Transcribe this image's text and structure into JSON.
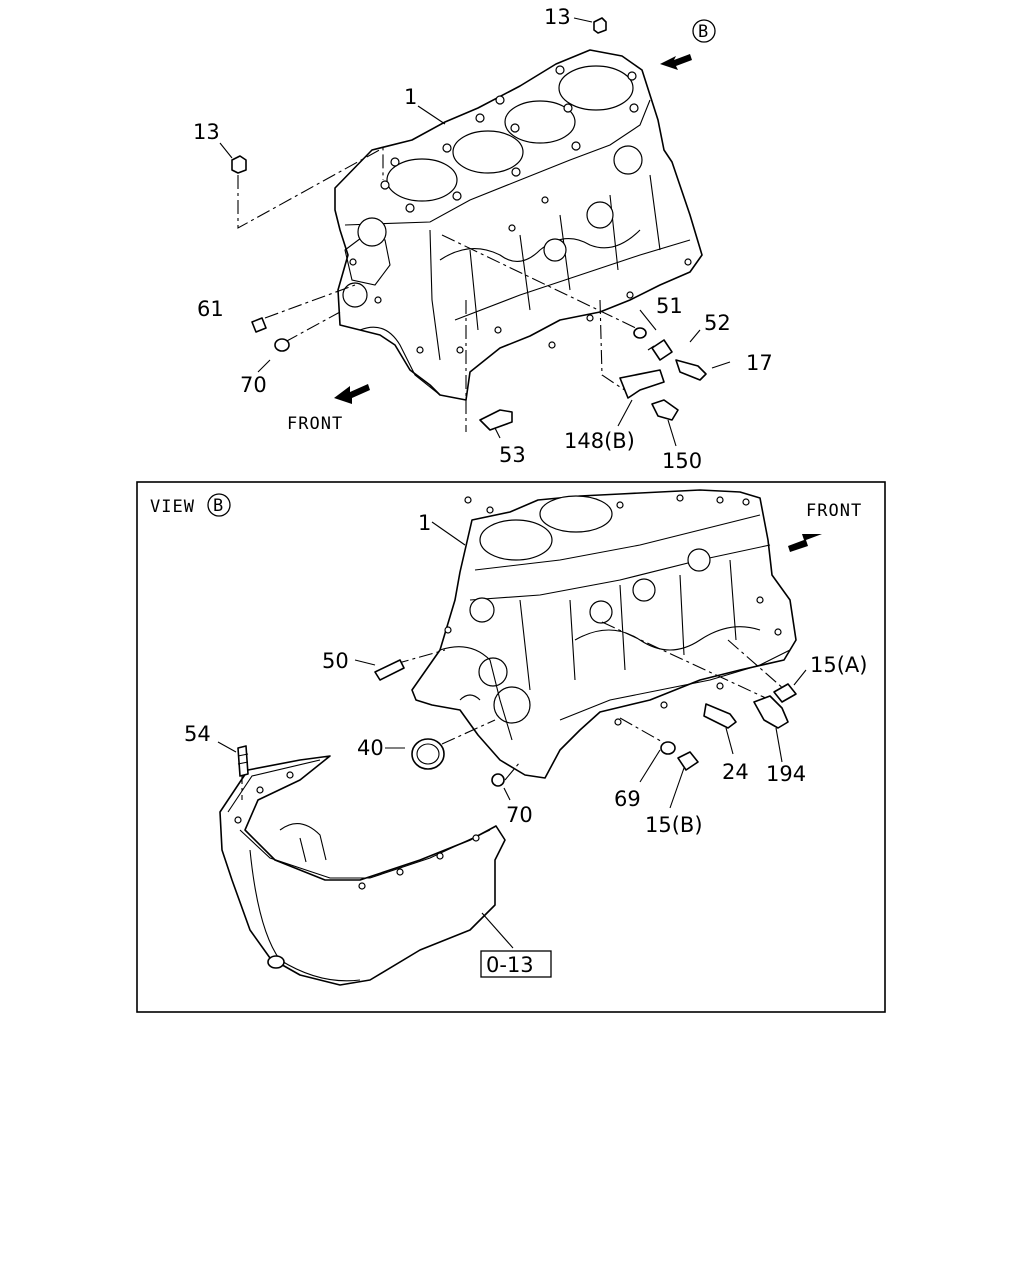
{
  "top_view": {
    "labels": {
      "p13a": "13",
      "p13b": "13",
      "p1": "1",
      "p61": "61",
      "p70": "70",
      "p51": "51",
      "p52": "52",
      "p17": "17",
      "p53": "53",
      "p148": "148(B)",
      "p150": "150"
    },
    "front_label": "FRONT",
    "view_marker": "B"
  },
  "view_b": {
    "title": "VIEW",
    "marker": "B",
    "front_label": "FRONT",
    "labels": {
      "p1": "1",
      "p50": "50",
      "p15a": "15(A)",
      "p54": "54",
      "p40": "40",
      "p24": "24",
      "p194": "194",
      "p69": "69",
      "p70": "70",
      "p15b": "15(B)"
    },
    "ref_box": "0-13"
  }
}
